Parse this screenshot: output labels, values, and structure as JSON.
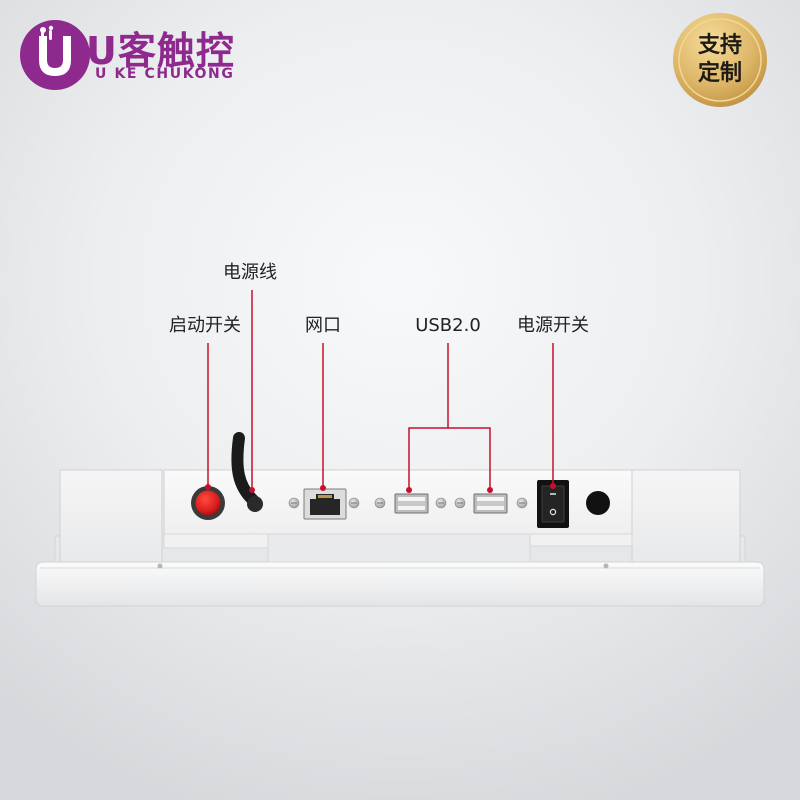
{
  "logo": {
    "brand_cn": "U客触控",
    "brand_en": "U KE CHUKONG",
    "icon": "u-logo-icon"
  },
  "badge": {
    "line1": "支持",
    "line2": "定制"
  },
  "callouts": {
    "power_cable": "电源线",
    "start_switch": "启动开关",
    "lan_port": "网口",
    "usb": "USB2.0",
    "power_switch": "电源开关"
  },
  "colors": {
    "brand": "#8e2a8e",
    "callout_line": "#c8102e",
    "badge_gold": "#d9b063",
    "button_red": "#d81c1c"
  }
}
